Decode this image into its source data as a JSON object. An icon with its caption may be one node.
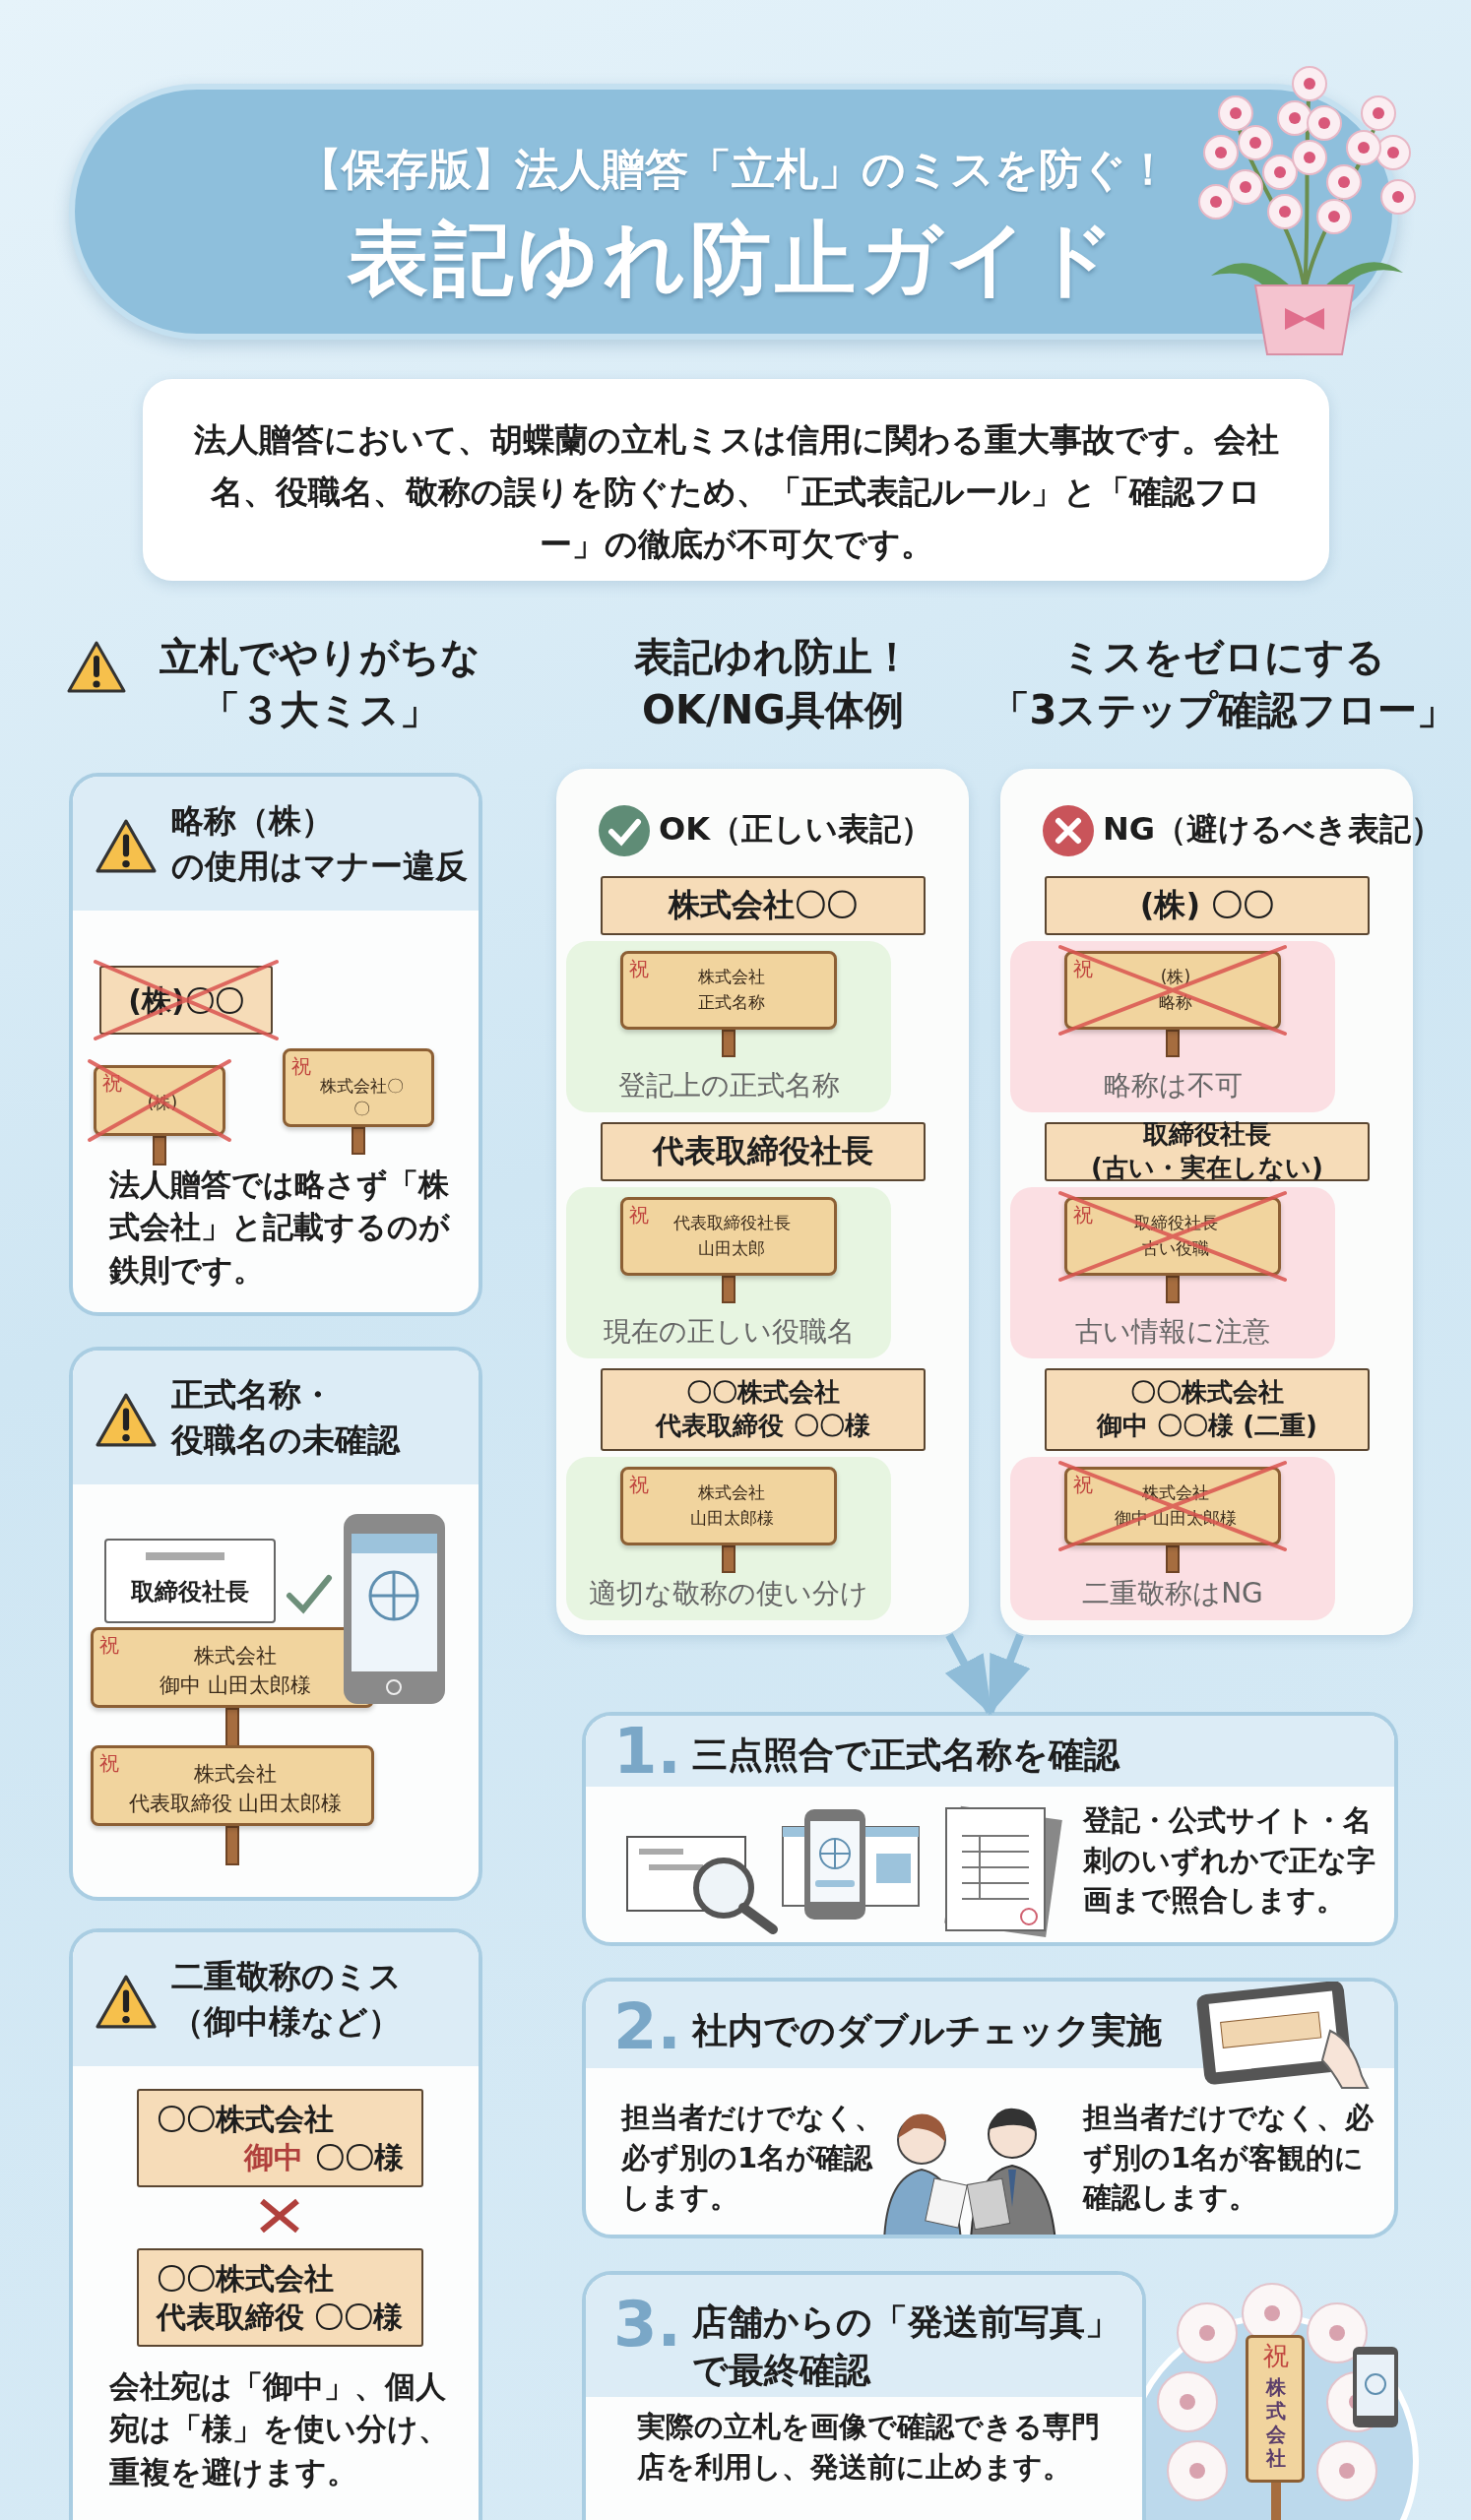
{
  "diagram": {
    "nodes": [
      {
        "text": [
          "【保存版】法人贈答「立札」のミスを防ぐ！",
          "表記ゆれ防止ガイド"
        ]
      },
      {
        "text": [
          "法人贈答において、胡蝶蘭の立札ミスは信用に関わる重大事故です。会社名、役職名、敬称の誤りを防ぐため、「正式表記ルール」と「確認フロー」の徹底が不可欠です。"
        ]
      },
      {
        "text": [
          "略称（株）の使用はマナー違反",
          "法人贈答では略さず「株式会社」と記載するのが鉄則です。"
        ]
      },
      {
        "text": [
          "(株)〇〇"
        ],
        "in": 2
      },
      {
        "text": [
          "祝",
          "(株)"
        ],
        "in": 2
      },
      {
        "text": [
          "祝",
          "株式会社〇〇"
        ],
        "in": 2
      },
      {
        "text": [
          "正式名称・役職名の未確認"
        ]
      },
      {
        "text": [
          "取締役社長"
        ],
        "in": 6
      },
      {
        "text": [
          "祝",
          "株式会社",
          "御中 山田太郎様"
        ],
        "in": 6
      },
      {
        "text": [
          "祝",
          "株式会社",
          "代表取締役 山田太郎様"
        ],
        "in": 6
      },
      {
        "text": [
          "二重敬称のミス（御中様など）",
          "会社宛は「御中」、個人宛は「様」を使い分け、重複を避けます。"
        ]
      },
      {
        "text": [
          "〇〇株式会社",
          "御中",
          "〇〇様"
        ],
        "in": 10
      },
      {
        "text": [
          "〇〇株式会社",
          "代表取締役 〇〇様"
        ],
        "in": 10
      },
      {
        "text": [
          "OK（正しい表記）"
        ]
      },
      {
        "text": [
          "株式会社〇〇"
        ],
        "in": 13
      },
      {
        "text": [
          "登記上の正式名称"
        ],
        "in": 13
      },
      {
        "text": [
          "祝",
          "株式会社",
          "正式名称"
        ],
        "in": 15
      },
      {
        "text": [
          "代表取締役社長"
        ],
        "in": 13
      },
      {
        "text": [
          "現在の正しい役職名"
        ],
        "in": 13
      },
      {
        "text": [
          "祝",
          "代表取締役社長",
          "山田太郎"
        ],
        "in": 18
      },
      {
        "text": [
          "〇〇株式会社",
          "代表取締役 〇〇様"
        ],
        "in": 13
      },
      {
        "text": [
          "適切な敬称の使い分け"
        ],
        "in": 13
      },
      {
        "text": [
          "祝",
          "株式会社",
          "山田太郎様"
        ],
        "in": 21
      },
      {
        "text": [
          "NG（避けるべき表記）"
        ]
      },
      {
        "text": [
          "(株) 〇〇"
        ],
        "in": 23
      },
      {
        "text": [
          "略称は不可"
        ],
        "in": 23
      },
      {
        "text": [
          "祝",
          "(株)",
          "略称"
        ],
        "in": 25
      },
      {
        "text": [
          "取締役社長",
          "(古い・実在しない)"
        ],
        "in": 23
      },
      {
        "text": [
          "古い情報に注意"
        ],
        "in": 23
      },
      {
        "text": [
          "祝",
          "取締役社長",
          "古い役職"
        ],
        "in": 28
      },
      {
        "text": [
          "〇〇株式会社",
          "御中 〇〇様 (二重)"
        ],
        "in": 23
      },
      {
        "text": [
          "二重敬称はNG"
        ],
        "in": 23
      },
      {
        "text": [
          "祝",
          "株式会社",
          "御中 山田太郎様"
        ],
        "in": 31
      },
      {
        "text": [
          "1.",
          "三点照合で正式名称を確認",
          "登記・公式サイト・名刺のいずれかで正な字画まで照合します。"
        ]
      },
      {
        "text": [
          "2.",
          "社内でのダブルチェック実施",
          "担当者だけでなく、必ず別の1名が確認します。",
          "担当者だけでなく、必ず別の1名が客観的に確認します。"
        ]
      },
      {
        "text": [
          "3.",
          "店舗からの「発送前写真」で最終確認",
          "実際の立札を画像で確認できる専門店を利用し、発送前に止めます。"
        ]
      },
      {
        "text": [
          "祝",
          "株式会社"
        ]
      }
    ],
    "edges": [
      {
        "from": 13,
        "to": 33,
        "arrow": "to"
      },
      {
        "from": 23,
        "to": 33,
        "arrow": "to"
      }
    ],
    "labels": [
      "立札でやりがちな「３大ミス」",
      "表記ゆれ防止！OK/NG具体例",
      "ミスをゼロにする「3ステップ確認フロー」"
    ]
  }
}
